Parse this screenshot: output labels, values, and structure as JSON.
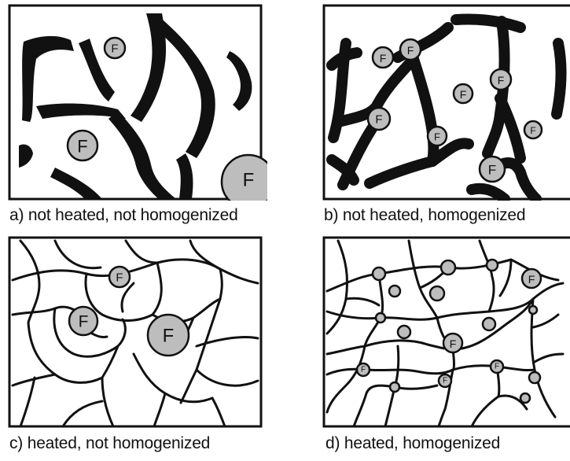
{
  "panels": [
    {
      "id": "a",
      "caption": "a) not heated, not homogenized"
    },
    {
      "id": "b",
      "caption": "b) not heated, homogenized"
    },
    {
      "id": "c",
      "caption": "c) heated, not homogenized"
    },
    {
      "id": "d",
      "caption": "d) heated, homogenized"
    }
  ],
  "globule_label": "F",
  "colors": {
    "strand": "#111111",
    "globule_fill": "#bdbdbd",
    "background": "#ffffff"
  }
}
